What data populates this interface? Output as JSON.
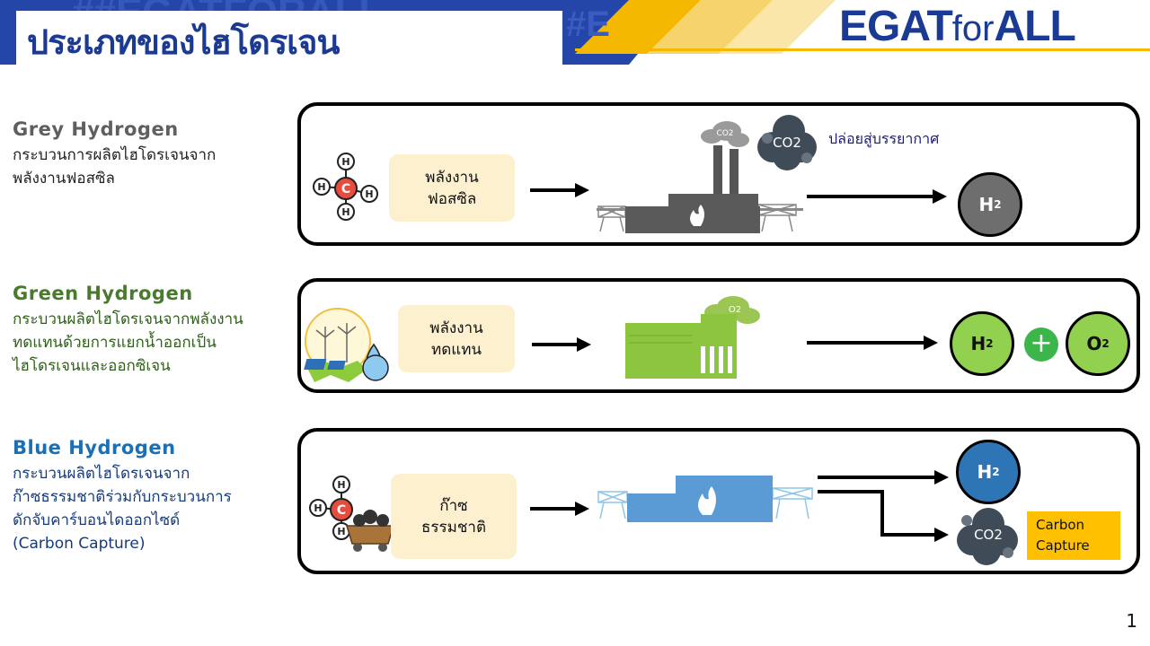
{
  "header": {
    "title": "ประเภทของไฮโดรเจน",
    "logo_bold_1": "EGAT",
    "logo_light": "for",
    "logo_bold_2": "ALL"
  },
  "colors": {
    "navy": "#1b3a93",
    "yellow": "#f5b800",
    "grey": "#5f5f5f",
    "green": "#4a7a2e",
    "blue": "#1a6fb5",
    "cream": "#fdf0cf",
    "grey_h2": "#6e6e6e",
    "green_h2": "#92d050",
    "blue_h2": "#2e75b6"
  },
  "rows": [
    {
      "title": "Grey Hydrogen",
      "desc": [
        "กระบวนการผลิตไฮโดรเจนจาก",
        "พลังงานฟอสซิล"
      ],
      "source": [
        "พลังงาน",
        "ฟอสซิล"
      ],
      "note": "ปล่อยสู่บรรยากาศ",
      "cloud_label": "CO2",
      "cloud_small": "CO2",
      "output": "H",
      "output_sub": "2"
    },
    {
      "title": "Green Hydrogen",
      "desc": [
        "กระบวนผลิตไฮโดรเจนจากพลังงาน",
        "ทดแทนด้วยการแยกน้ำออกเป็น",
        "ไฮโดรเจนและออกซิเจน"
      ],
      "source": [
        "พลังงาน",
        "ทดแทน"
      ],
      "cloud_small": "O2",
      "output": "H",
      "output_sub": "2",
      "output2": "O",
      "output2_sub": "2",
      "plus": "+"
    },
    {
      "title": "Blue Hydrogen",
      "desc": [
        "กระบวนผลิตไฮโดรเจนจาก",
        "ก๊าซธรรมชาติร่วมกับกระบวนการ",
        "ดักจับคาร์บอนไดออกไซด์",
        "(Carbon  Capture)"
      ],
      "source": [
        "ก๊าซ",
        "ธรรมชาติ"
      ],
      "output": "H",
      "output_sub": "2",
      "cloud_label": "CO2",
      "capture": [
        "Carbon",
        "Capture"
      ]
    }
  ],
  "molecule": {
    "center": "C",
    "atom": "H"
  },
  "page_number": "1"
}
